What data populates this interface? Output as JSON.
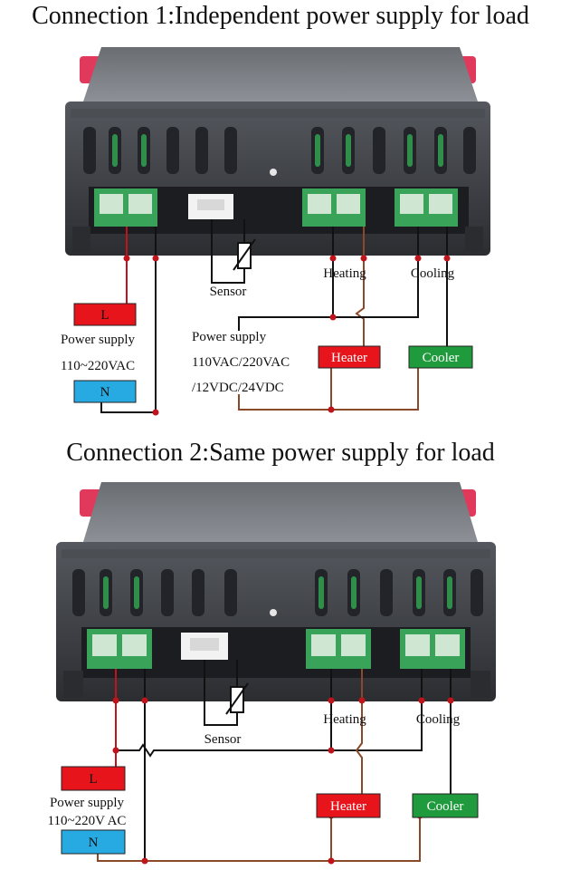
{
  "titles": {
    "connection1": "Connection 1:Independent power supply for load",
    "connection2": "Connection 2:Same power supply for load"
  },
  "labels": {
    "sensor": "Sensor",
    "heating": "Heating",
    "cooling": "Cooling",
    "heater": "Heater",
    "cooler": "Cooler",
    "line": "L",
    "neutral": "N",
    "power_supply": "Power supply",
    "mains_voltage_1": "110~220VAC",
    "mains_voltage_2": "110~220V AC",
    "load_power_supply": "Power supply",
    "load_voltage_line1": "110VAC/220VAC",
    "load_voltage_line2": "/12VDC/24VDC"
  },
  "colors": {
    "line_box": "#e8141c",
    "neutral_box": "#27a9e1",
    "heater_box": "#e8141c",
    "cooler_box": "#1f9a3c",
    "cooler_text": "#ffffff",
    "heater_text": "#ffffff",
    "wire_red": "#c0141a",
    "wire_brown": "#8a4a2a",
    "wire_black": "#111111",
    "terminal_green": "#3aa35a",
    "housing": "#3d3f44"
  }
}
